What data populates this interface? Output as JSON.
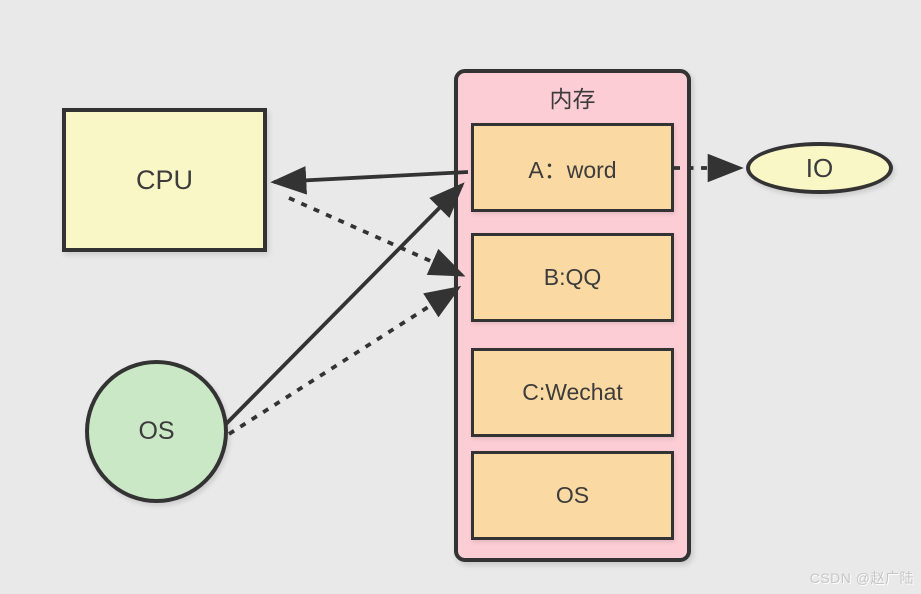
{
  "colors": {
    "background": "#E9E9E9",
    "border": "#333333",
    "text": "#3C3C3C",
    "arrow": "#333333",
    "cpu_fill": "#FAF7C6",
    "io_fill": "#FAF7C6",
    "memory_fill": "#FCCDD5",
    "block_fill": "#FAD9A2",
    "os_fill": "#CAE7C6",
    "watermark": "#C6C6C6"
  },
  "diagram": {
    "cpu_label": "CPU",
    "os_label": "OS",
    "io_label": "IO",
    "memory": {
      "title": "内存",
      "blocks": [
        "A：word",
        "B:QQ",
        "C:Wechat",
        "OS"
      ]
    },
    "watermark": "CSDN @赵广陆"
  }
}
